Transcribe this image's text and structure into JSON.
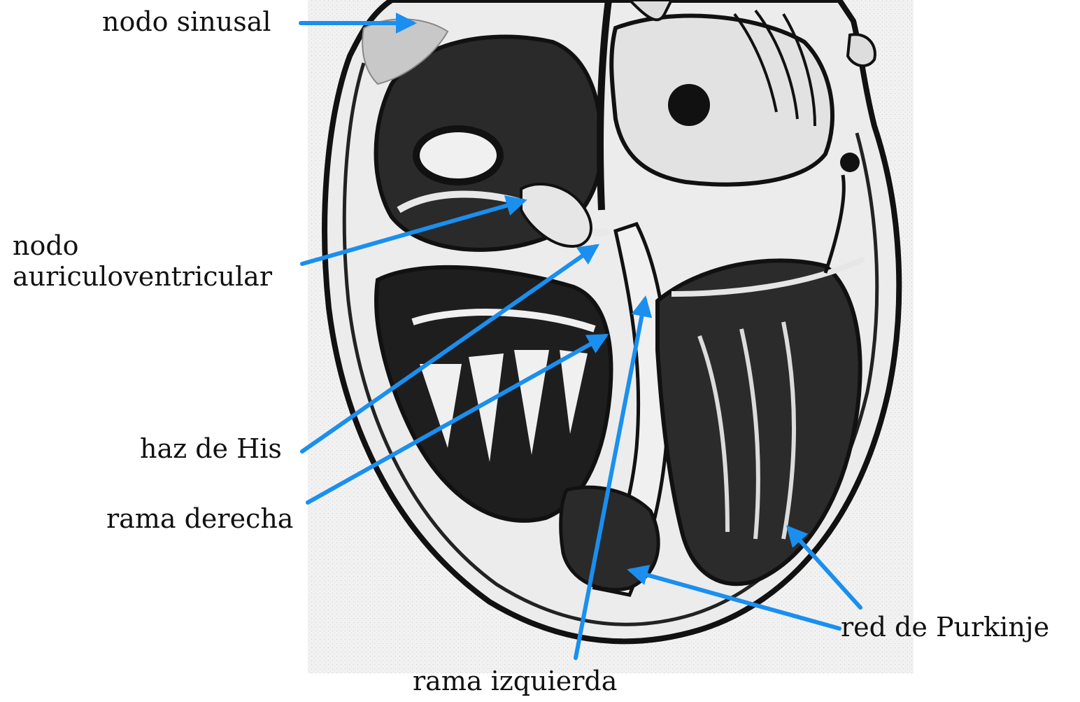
{
  "labels": {
    "sinus_node": "nodo sinusal",
    "av_node_line1": "nodo",
    "av_node_line2": "auriculoventricular",
    "his_bundle": "haz de His",
    "right_branch": "rama derecha",
    "left_branch": "rama izquierda",
    "purkinje": "red de Purkinje"
  },
  "colors": {
    "arrow": "#1a8fef",
    "ink": "#111111",
    "paper": "#f4f4f4"
  }
}
